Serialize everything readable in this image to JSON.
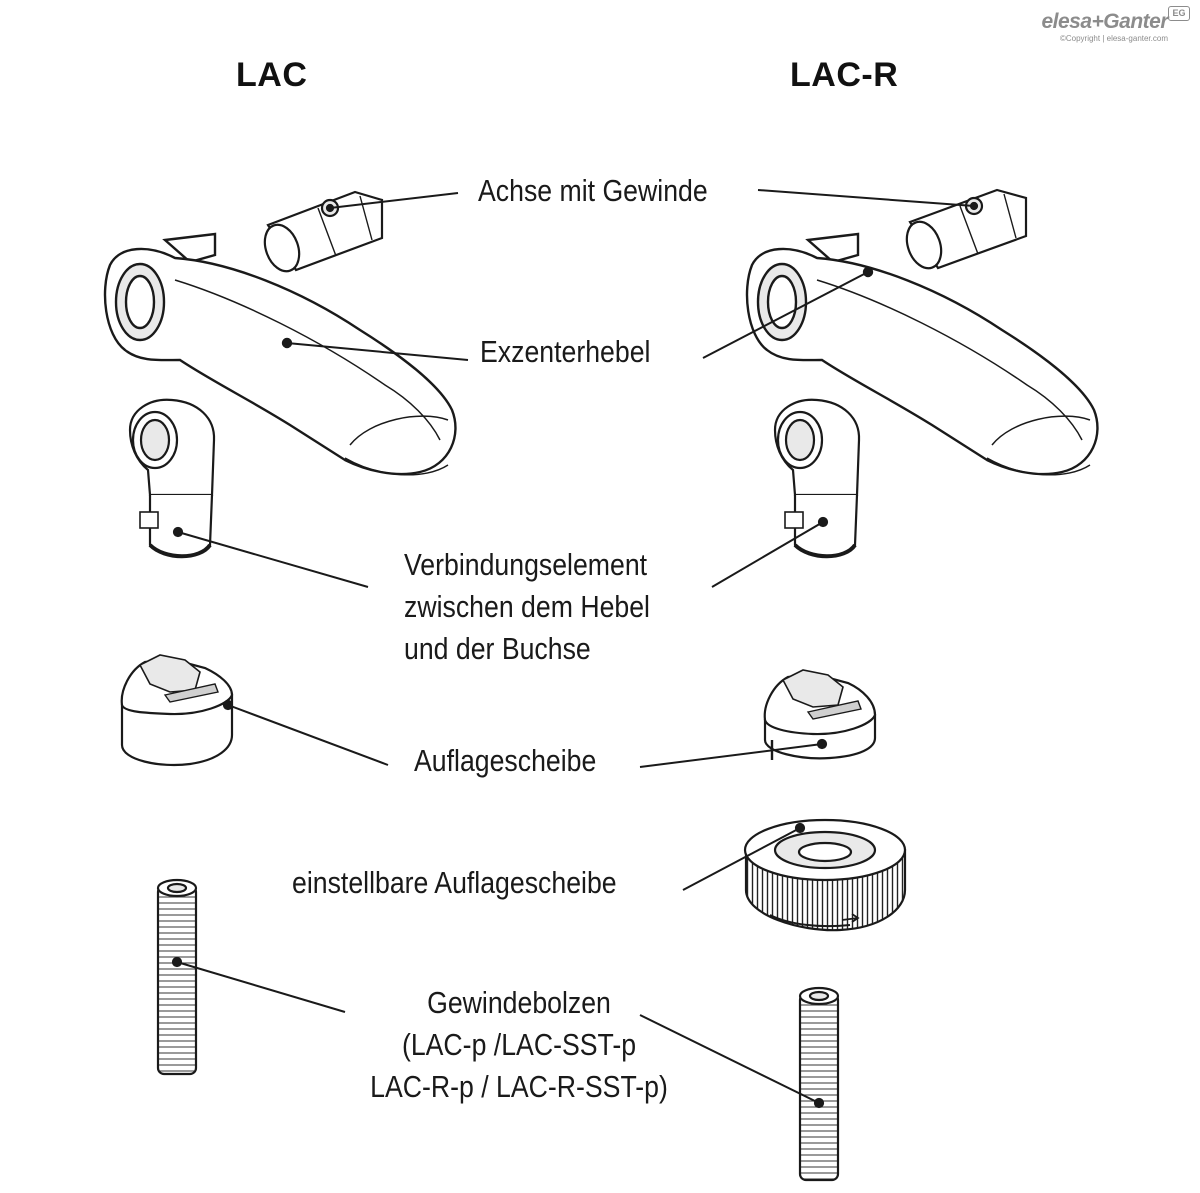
{
  "columns": {
    "left": "LAC",
    "right": "LAC-R"
  },
  "labels": {
    "axle": "Achse mit Gewinde",
    "lever": "Exzenterhebel",
    "connector": [
      "Verbindungselement",
      "zwischen dem Hebel",
      "und der Buchse"
    ],
    "washer": "Auflagescheibe",
    "adjustable_washer": "einstellbare Auflagescheibe",
    "stud": [
      "Gewindebolzen",
      "(LAC-p /LAC-SST-p",
      "LAC-R-p / LAC-R-SST-p)"
    ]
  },
  "logo": {
    "brand": "elesa+Ganter",
    "badge": "EG",
    "copyright": "©Copyright | elesa-ganter.com"
  },
  "colors": {
    "line": "#1a1a1a",
    "fill": "#ffffff",
    "shade": "#e9e9e9",
    "logo": "#8c8c8c"
  }
}
